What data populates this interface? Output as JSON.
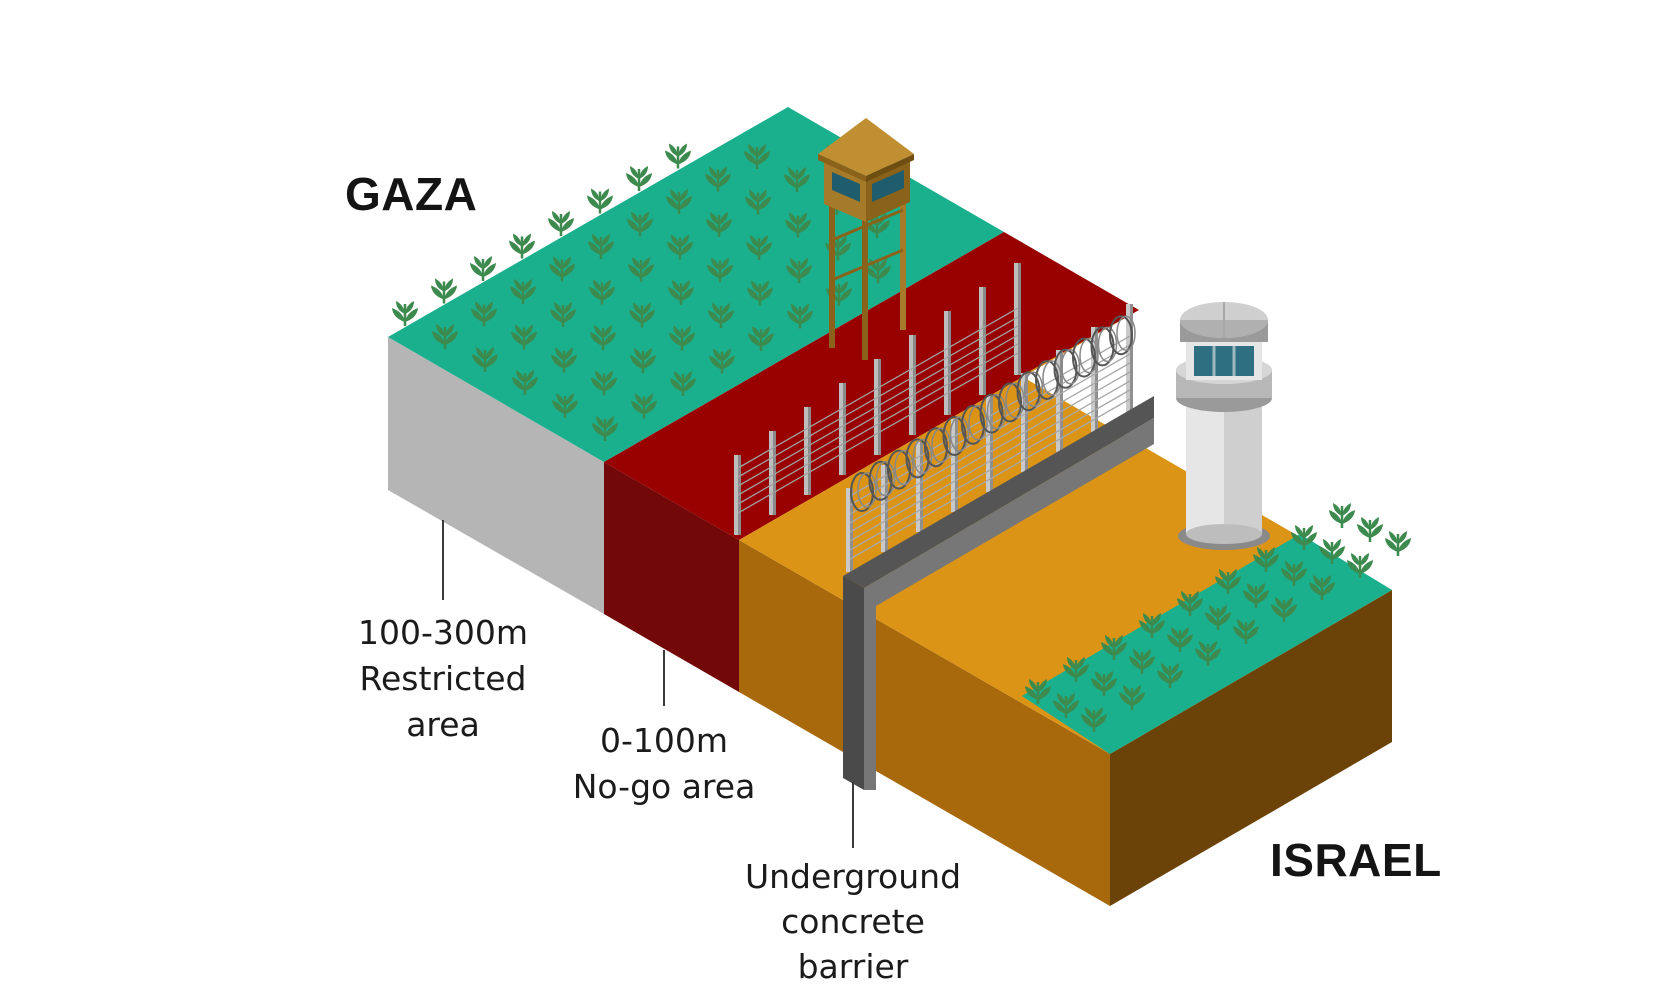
{
  "regions": {
    "gaza": "GAZA",
    "israel": "ISRAEL"
  },
  "zones": {
    "restricted": {
      "distance": "100-300m",
      "line1": "Restricted",
      "line2": "area"
    },
    "no_go": {
      "distance": "0-100m",
      "line1": "No-go area"
    },
    "barrier": {
      "line1": "Underground",
      "line2": "concrete",
      "line3": "barrier"
    }
  },
  "colors": {
    "vegetation": "#1ab08e",
    "plant": "#3d8a4e",
    "restricted_side": "#b5b5b5",
    "no_go_top": "#990000",
    "no_go_side": "#730808",
    "israel_ground_top": "#db9416",
    "israel_ground_side": "#a8680c",
    "israel_ground_end": "#6b4208",
    "concrete": "#666666",
    "watchtower_wood": "#a57a28",
    "fence": "#c9c9c9"
  }
}
